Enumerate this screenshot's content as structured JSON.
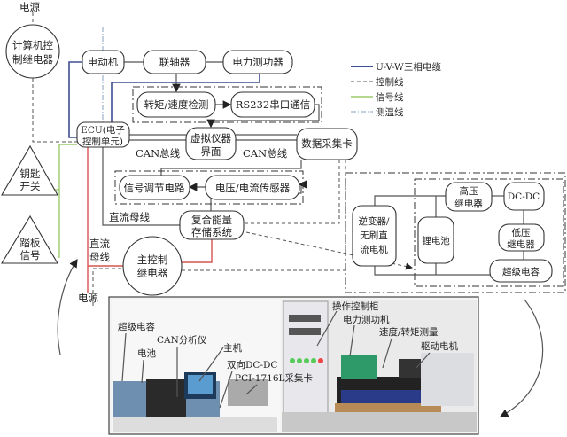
{
  "top_power": "电源",
  "bottom_power": "电源",
  "computer_relay": [
    "计算机控",
    "制继电器"
  ],
  "motor": "电动机",
  "coupling": "联轴器",
  "dynamometer": "电力测功器",
  "torque_speed": "转矩/速度检测",
  "rs232": "RS232串口通信",
  "ecu": [
    "ECU(电子",
    "控制单元)"
  ],
  "virtual_instrument": [
    "虚拟仪器",
    "界面"
  ],
  "daq": "数据采集卡",
  "can_bus_1": "CAN总线",
  "can_bus_2": "CAN总线",
  "signal_conditioning": "信号调节电路",
  "vi_sensor": "电压/电流传感器",
  "hess": [
    "复合能量",
    "存储系统"
  ],
  "dc_bus_1": "直流母线",
  "dc_bus_2": [
    "直流",
    "母线"
  ],
  "key_switch": [
    "钥匙",
    "开关"
  ],
  "pedal_signal": [
    "踏板",
    "信号"
  ],
  "main_relay": [
    "主控制",
    "继电器"
  ],
  "legend": {
    "uvw": "U-V-W三相电缆",
    "control": "控制线",
    "signal": "信号线",
    "temperature": "测温线"
  },
  "legend_colors": {
    "uvw": "#3d4f8f",
    "signal": "#9ccb6c",
    "dc_bus": "#d9534f"
  },
  "inverter": [
    "逆变器/",
    "无刷直",
    "流电机"
  ],
  "li_battery": "锂电池",
  "hv_relay": [
    "高压",
    "继电器"
  ],
  "dcdc": "DC-DC",
  "lv_relay": [
    "低压",
    "继电器"
  ],
  "supercap": "超级电容",
  "photo_labels": {
    "supercap": "超级电容",
    "battery": "电池",
    "can_analyzer": "CAN分析仪",
    "host": "主机",
    "bidir_dcdc": "双向DC-DC",
    "pci": "PCI-1716L采集卡",
    "cabinet": "操作控制柜",
    "dyno": "电力测功机",
    "speed_torque": "速度/转矩测量",
    "drive_motor": "驱动电机"
  }
}
